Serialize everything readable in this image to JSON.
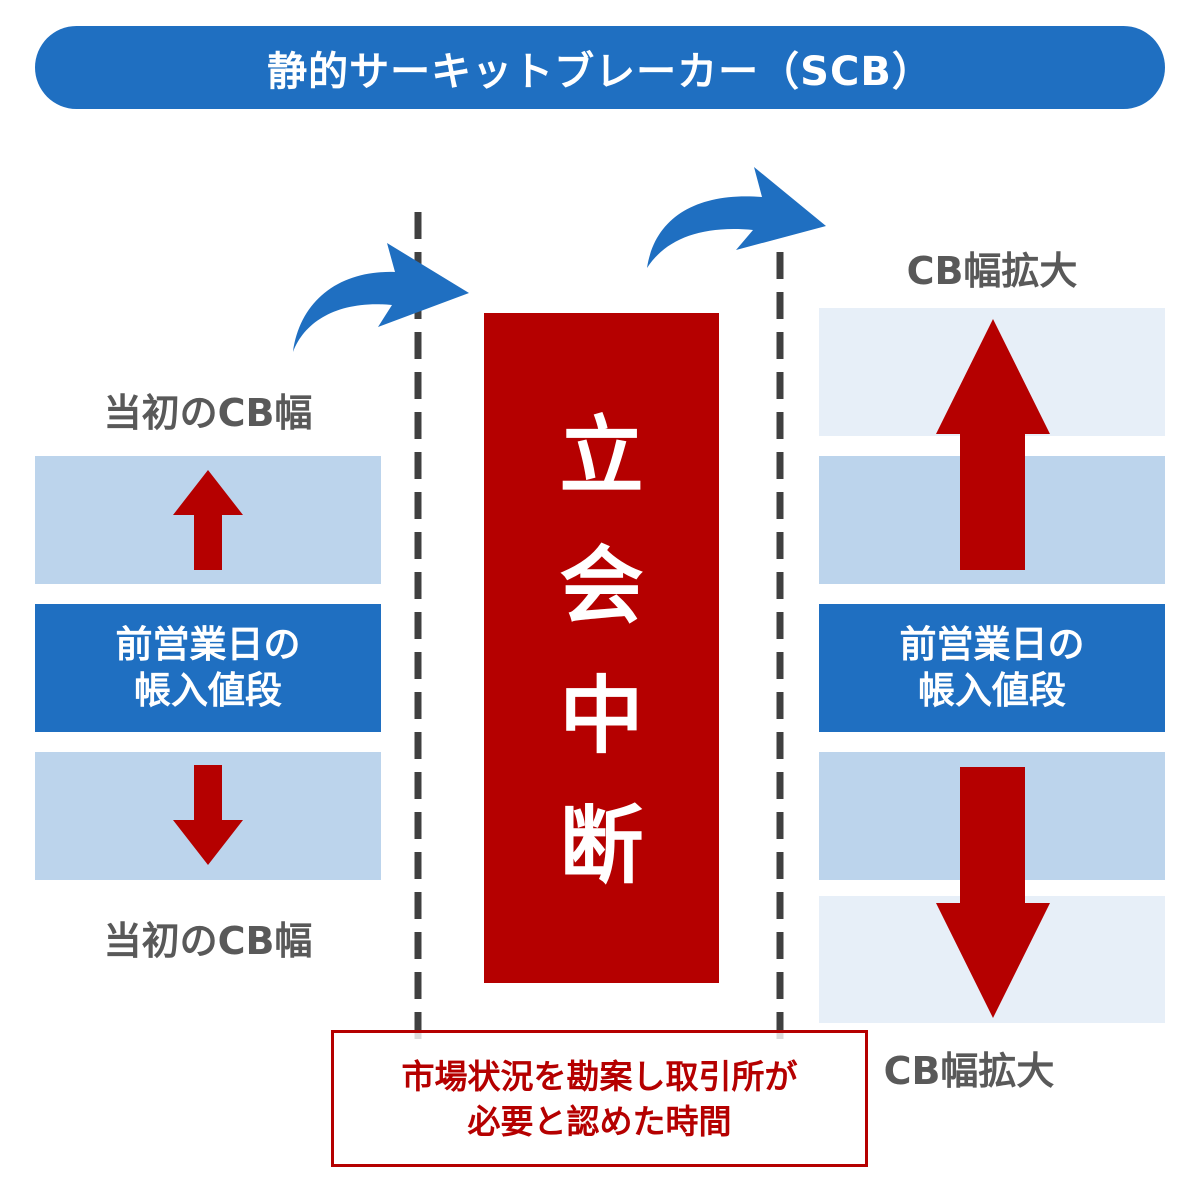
{
  "header": {
    "title": "静的サーキットブレーカー（SCB）"
  },
  "colors": {
    "header_blue": "#1f6fc1",
    "base_blue": "#1f6fc1",
    "band_light": "#bcd4ec",
    "band_pale": "#e7eff8",
    "halt_red": "#b50000",
    "arrow_red": "#b50000",
    "curve_arrow_blue": "#1f6fc1",
    "label_gray": "#595959",
    "divider_gray": "#404040"
  },
  "left_panel": {
    "top_label": "当初のCB幅",
    "bottom_label": "当初のCB幅",
    "base_price_lines": [
      "前営業日の",
      "帳入値段"
    ],
    "up_arrow": "arrow-up-icon",
    "down_arrow": "arrow-down-icon"
  },
  "center_panel": {
    "halt_chars": [
      "立",
      "会",
      "中",
      "断"
    ],
    "note_lines": [
      "市場状況を勘案し取引所が",
      "必要と認めた時間"
    ]
  },
  "right_panel": {
    "top_label": "CB幅拡大",
    "bottom_label": "CB幅拡大",
    "base_price_lines": [
      "前営業日の",
      "帳入値段"
    ],
    "up_arrow": "arrow-up-large-icon",
    "down_arrow": "arrow-down-large-icon"
  },
  "transitions": [
    {
      "from": "left_panel",
      "to": "center_panel",
      "icon": "curved-arrow-right-icon"
    },
    {
      "from": "center_panel",
      "to": "right_panel",
      "icon": "curved-arrow-right-icon"
    }
  ]
}
